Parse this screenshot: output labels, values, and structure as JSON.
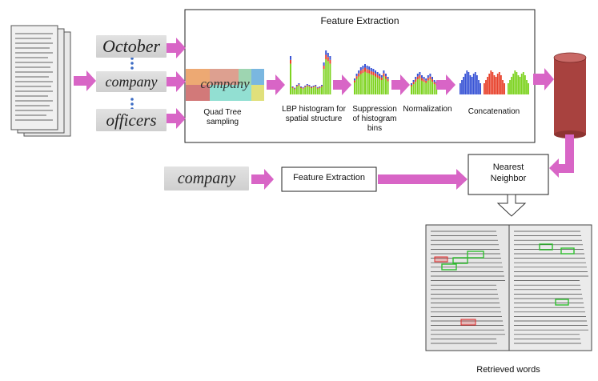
{
  "diagram": {
    "feature_extraction_title": "Feature Extraction",
    "input_words": [
      "October",
      "company",
      "officers"
    ],
    "query_word": "company",
    "stages": [
      {
        "label": "Quad Tree\nsampling"
      },
      {
        "label": "LBP histogram for\nspatial structure"
      },
      {
        "label": "Suppression\nof histogram\nbins"
      },
      {
        "label": "Normalization"
      },
      {
        "label": "Concatenation"
      }
    ],
    "query_feature_extraction": "Feature Extraction",
    "nearest_neighbor": "Nearest\nNeighbor",
    "retrieved_caption": "Retrieved words",
    "colors": {
      "arrow": "#d865c6",
      "db": "#a8423f",
      "hist_green": "#7ed321",
      "hist_blue": "#3a55d6",
      "hist_red": "#e8432d",
      "match_green": "#2fbf2f",
      "match_red": "#e02b2b"
    }
  }
}
